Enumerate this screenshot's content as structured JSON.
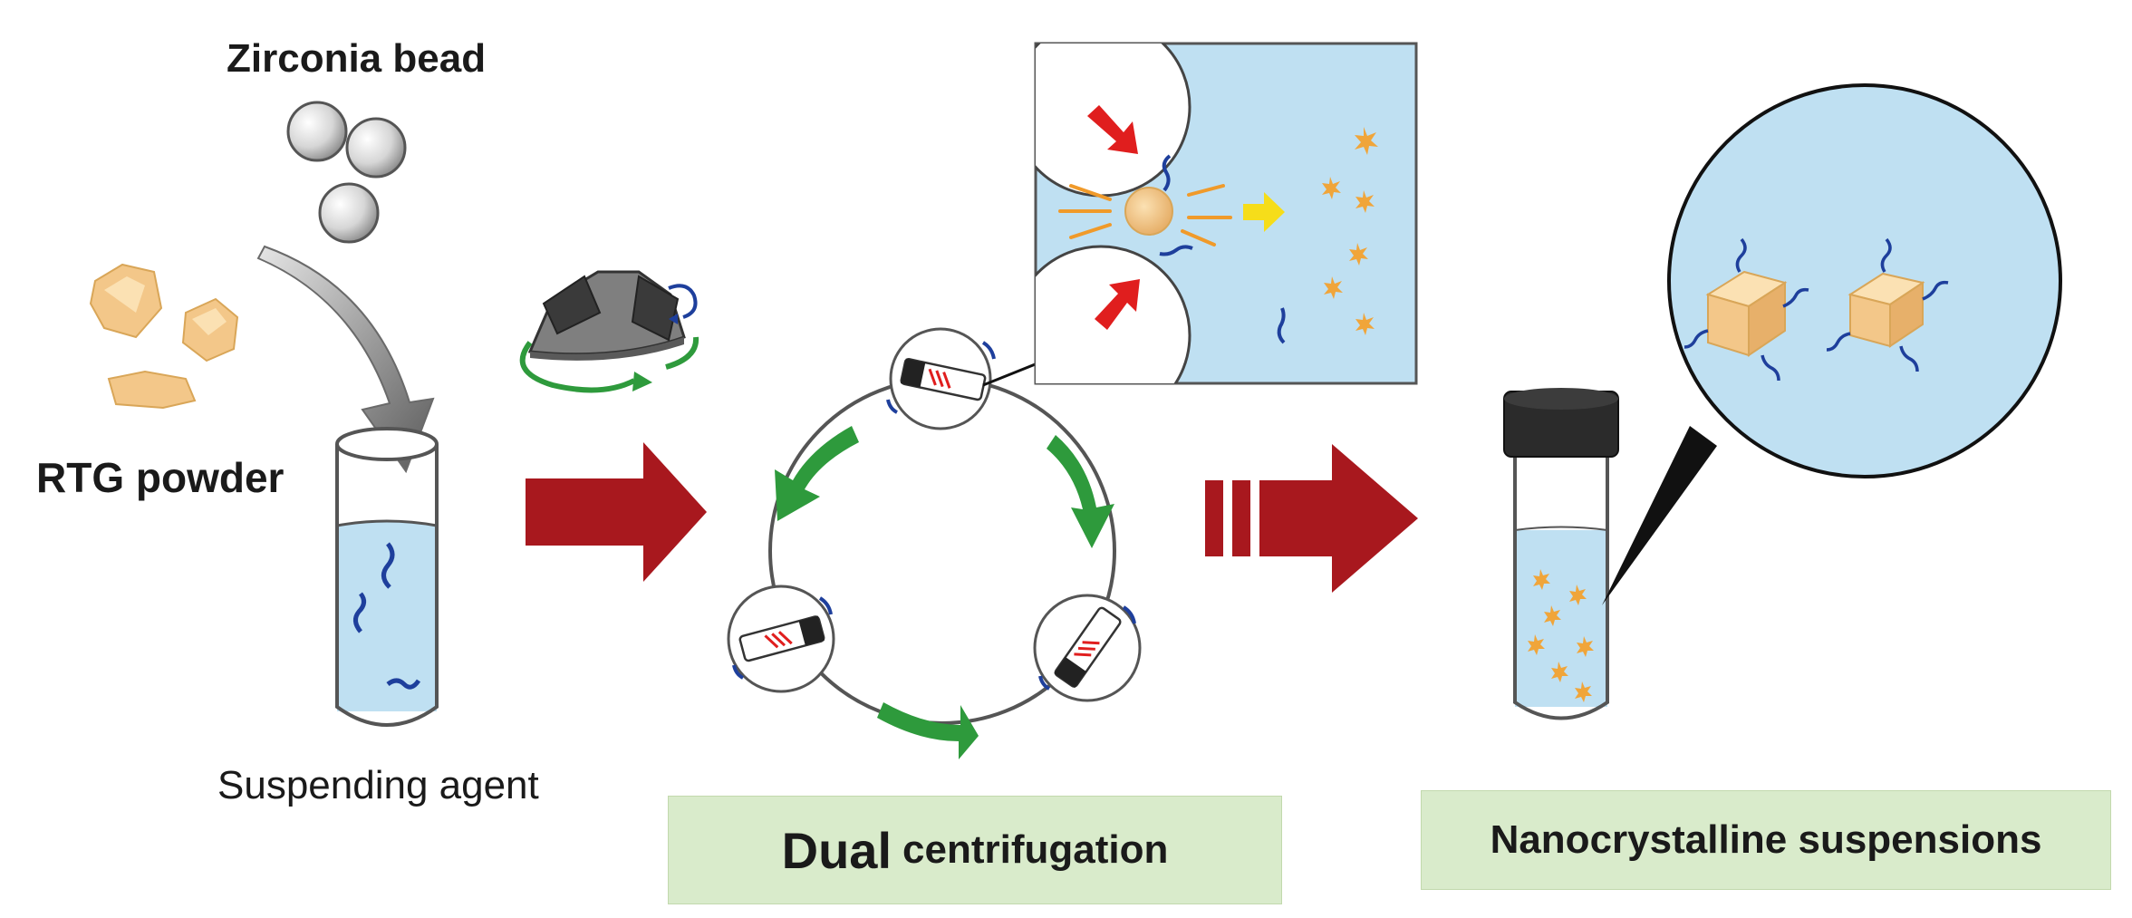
{
  "labels": {
    "zirconia_bead": "Zirconia bead",
    "rtg_powder": "RTG powder",
    "suspending_agent": "Suspending agent",
    "dual_big": "Dual",
    "dual_small": "centrifugation",
    "nanocrystalline": "Nanocrystalline suspensions"
  },
  "colors": {
    "powder": "#f3c789",
    "liquid": "#bfe0f2",
    "bead": "#d8d8d8",
    "process_arrow": "#a8181e",
    "rotation_arrow": "#2e9a3c",
    "molecule": "#1e3f9c",
    "impact_arrow": "#e01e1e",
    "nanocrystal": "#f0a53a",
    "label_box": "#d9ebcb"
  }
}
